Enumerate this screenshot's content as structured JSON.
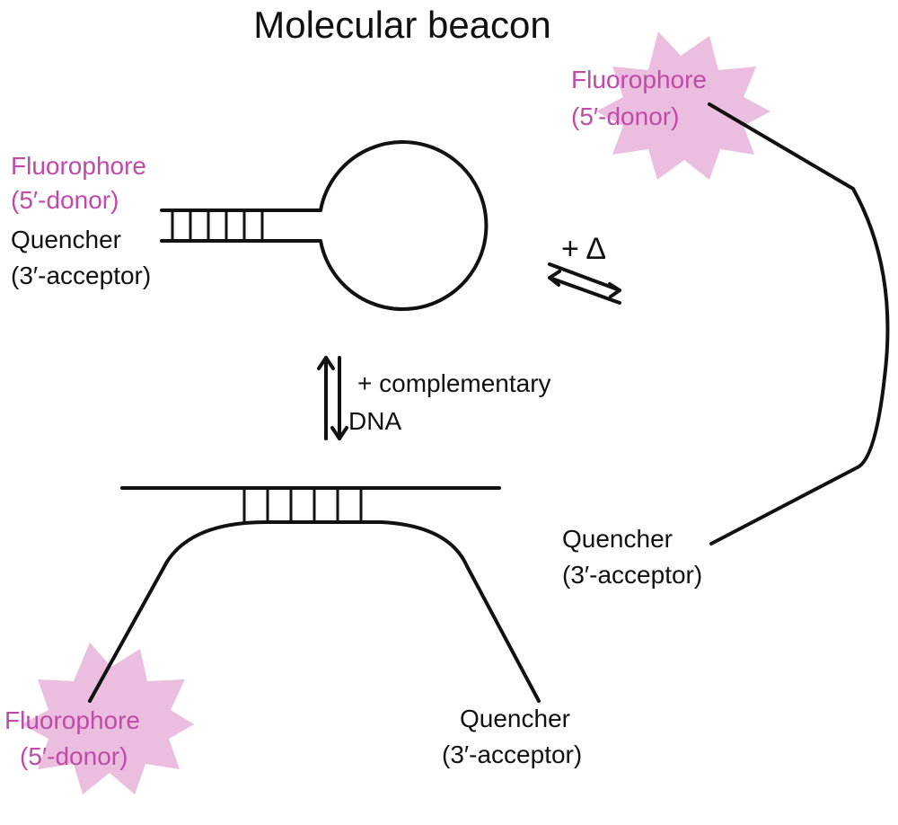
{
  "title": "Molecular beacon",
  "colors": {
    "fluor_text": "#c04aa8",
    "fluor_glow": "#e9b7dd",
    "ink": "#111111"
  },
  "hairpin": {
    "fluor_line1": "Fluorophore",
    "fluor_line2": "(5′-donor)",
    "quench_line1": "Quencher",
    "quench_line2": "(3′-acceptor)"
  },
  "open_strand": {
    "fluor_line1": "Fluorophore",
    "fluor_line2": "(5′-donor)",
    "quench_line1": "Quencher",
    "quench_line2": "(3′-acceptor)"
  },
  "hybrid": {
    "fluor_line1": "Fluorophore",
    "fluor_line2": "(5′-donor)",
    "quench_line1": "Quencher",
    "quench_line2": "(3′-acceptor)"
  },
  "arrows": {
    "heat_label": "+ Δ",
    "dna_line1": "+ complementary",
    "dna_line2": "DNA"
  }
}
